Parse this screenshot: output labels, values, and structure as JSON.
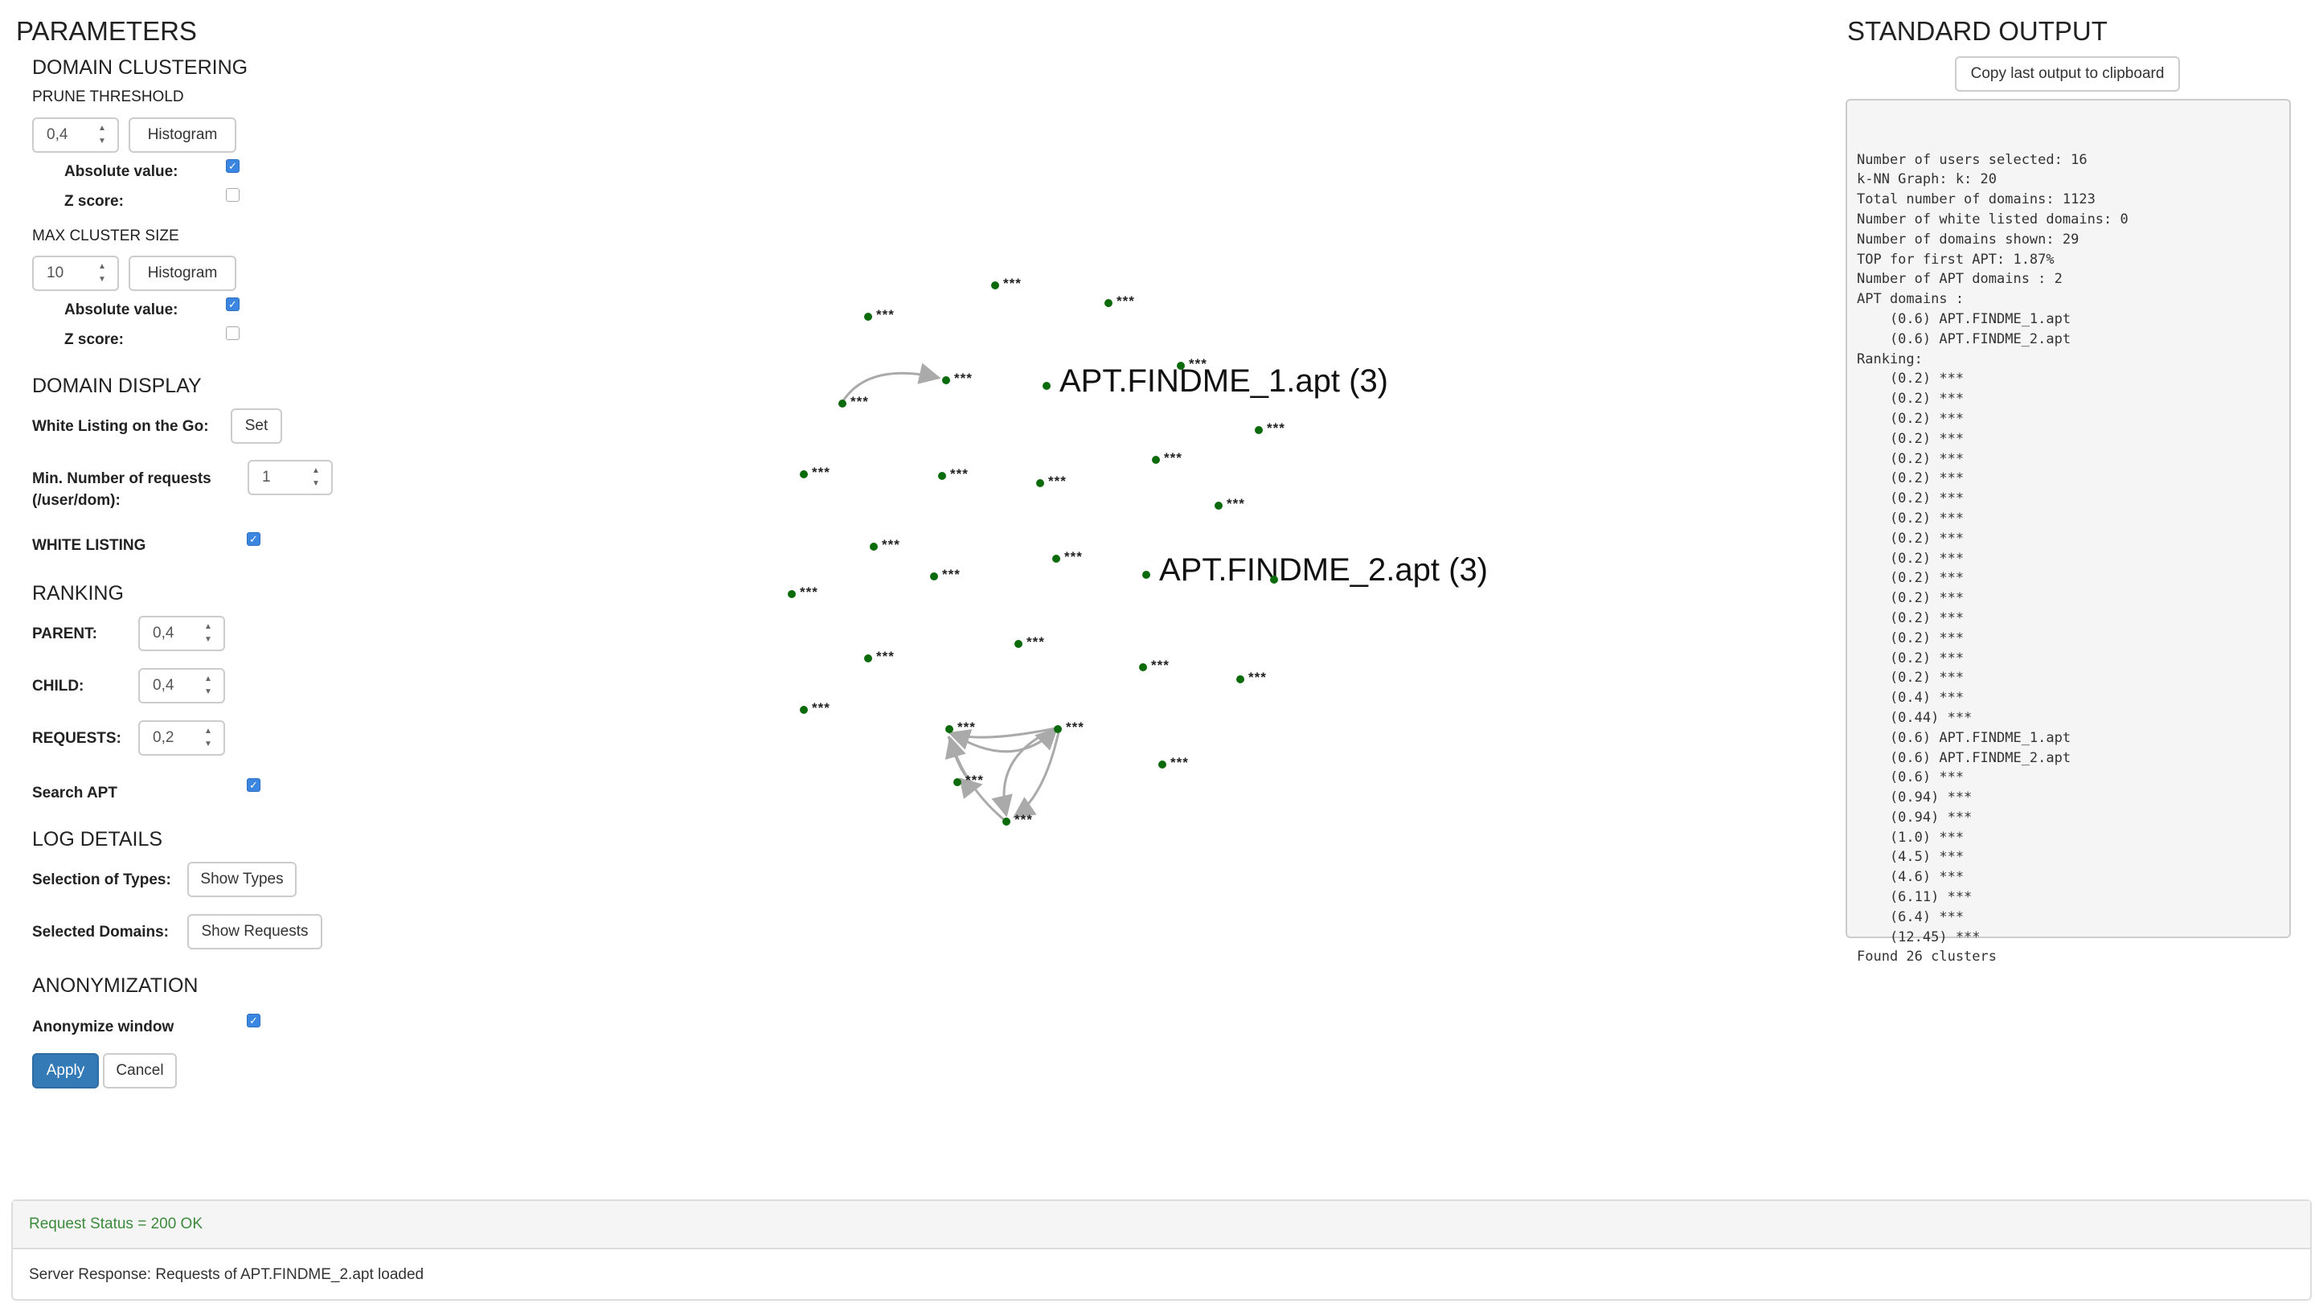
{
  "params": {
    "title": "PARAMETERS",
    "domain_clustering": {
      "heading": "DOMAIN CLUSTERING",
      "prune_threshold_label": "PRUNE THRESHOLD",
      "prune_threshold_value": "0,4",
      "prune_histogram": "Histogram",
      "prune_absolute_label": "Absolute value:",
      "prune_absolute_checked": true,
      "prune_zscore_label": "Z score:",
      "prune_zscore_checked": false,
      "max_cluster_label": "MAX CLUSTER SIZE",
      "max_cluster_value": "10",
      "max_histogram": "Histogram",
      "max_absolute_label": "Absolute value:",
      "max_absolute_checked": true,
      "max_zscore_label": "Z score:",
      "max_zscore_checked": false
    },
    "domain_display": {
      "heading": "DOMAIN DISPLAY",
      "white_listing_go_label": "White Listing on the Go:",
      "set_button": "Set",
      "min_requests_label": "Min. Number of requests (/user/dom):",
      "min_requests_value": "1",
      "white_listing_label": "WHITE LISTING",
      "white_listing_checked": true
    },
    "ranking": {
      "heading": "RANKING",
      "parent_label": "PARENT:",
      "parent_value": "0,4",
      "child_label": "CHILD:",
      "child_value": "0,4",
      "requests_label": "REQUESTS:",
      "requests_value": "0,2",
      "search_apt_label": "Search APT",
      "search_apt_checked": true
    },
    "log_details": {
      "heading": "LOG DETAILS",
      "types_label": "Selection of Types:",
      "show_types": "Show Types",
      "domains_label": "Selected Domains:",
      "show_requests": "Show Requests"
    },
    "anonymization": {
      "heading": "ANONYMIZATION",
      "anonymize_label": "Anonymize window",
      "anonymize_checked": true
    },
    "apply": "Apply",
    "cancel": "Cancel"
  },
  "graph": {
    "node_label": "***",
    "apt1_label": "APT.FINDME_1.apt (3)",
    "apt2_label": "APT.FINDME_2.apt (3)",
    "node_color": "#0b6b0b",
    "edge_color": "#aaaaaa"
  },
  "stdout": {
    "title": "STANDARD OUTPUT",
    "copy_button": "Copy last output to clipboard",
    "lines": [
      "Number of users selected: 16",
      "k-NN Graph: k: 20",
      "Total number of domains: 1123",
      "Number of white listed domains: 0",
      "Number of domains shown: 29",
      "TOP for first APT: 1.87%",
      "Number of APT domains : 2",
      "APT domains :",
      "    (0.6) APT.FINDME_1.apt",
      "    (0.6) APT.FINDME_2.apt",
      "Ranking:",
      "    (0.2) ***",
      "    (0.2) ***",
      "    (0.2) ***",
      "    (0.2) ***",
      "    (0.2) ***",
      "    (0.2) ***",
      "    (0.2) ***",
      "    (0.2) ***",
      "    (0.2) ***",
      "    (0.2) ***",
      "    (0.2) ***",
      "    (0.2) ***",
      "    (0.2) ***",
      "    (0.2) ***",
      "    (0.2) ***",
      "    (0.2) ***",
      "    (0.4) ***",
      "    (0.44) ***",
      "    (0.6) APT.FINDME_1.apt",
      "    (0.6) APT.FINDME_2.apt",
      "    (0.6) ***",
      "    (0.94) ***",
      "    (0.94) ***",
      "    (1.0) ***",
      "    (4.5) ***",
      "    (4.6) ***",
      "    (6.11) ***",
      "    (6.4) ***",
      "    (12.45) ***",
      "Found 26 clusters"
    ]
  },
  "status": {
    "request_status": "Request Status = 200 OK",
    "server_response": "Server Response: Requests of APT.FINDME_2.apt loaded",
    "ok_color": "#3c8a3c"
  }
}
